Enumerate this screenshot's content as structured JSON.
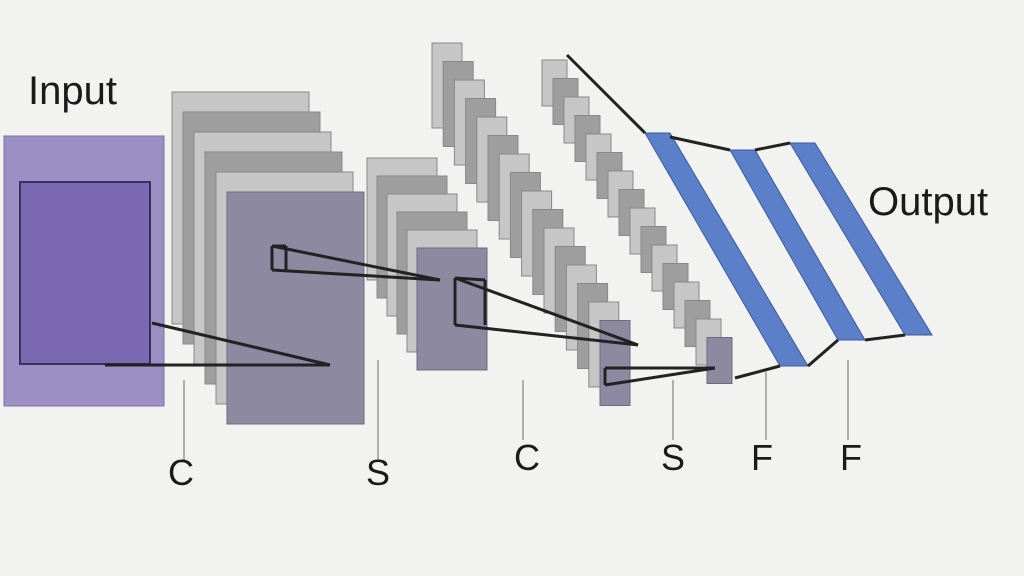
{
  "labels": {
    "input": "Input",
    "output": "Output",
    "layers": [
      "C",
      "S",
      "C",
      "S",
      "F",
      "F"
    ]
  },
  "colors": {
    "input": "#9b8fc4",
    "input_inner": "#7a68b3",
    "map_light": "#c6c6c6",
    "map_dark": "#9e9e9e",
    "map_front": "#8c89a0",
    "fully_connected": "#5b7fc8",
    "background": "#f2f2f0"
  }
}
